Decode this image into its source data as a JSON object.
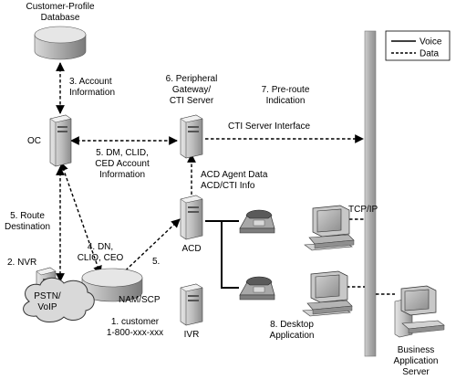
{
  "legend": {
    "voice": "Voice",
    "data": "Data"
  },
  "nodes": {
    "customer_db": [
      "Customer-Profile",
      "Database"
    ],
    "oc": [
      "OC"
    ],
    "pg_cti": [
      "6. Peripheral",
      "Gateway/",
      "CTI Server"
    ],
    "acd": [
      "ACD"
    ],
    "ivr": [
      "IVR"
    ],
    "nvr": [
      "2. NVR"
    ],
    "pstn": [
      "PSTN/",
      "VoIP"
    ],
    "nam_scp": [
      "NAM/SCP"
    ],
    "tcp_ip": [
      "TCP/IP"
    ],
    "business_server": [
      "Business",
      "Application",
      "Server"
    ]
  },
  "steps": {
    "account_info": [
      "3. Account",
      "Information"
    ],
    "pre_route": [
      "7. Pre-route",
      "Indication"
    ],
    "cti_interface": [
      "CTI Server Interface"
    ],
    "dm_clid": [
      "5. DM, CLID,",
      "CED Account",
      "Information"
    ],
    "acd_agent_data": [
      "ACD Agent Data",
      "ACD/CTI Info"
    ],
    "route_destination": [
      "5. Route",
      "Destination"
    ],
    "dn_clio": [
      "4. DN,",
      "CLIO, CEO"
    ],
    "step5": [
      "5."
    ],
    "customer_call": [
      "1. customer",
      "1-800-xxx-xxx"
    ],
    "desktop_app": [
      "8. Desktop",
      "Application"
    ]
  }
}
